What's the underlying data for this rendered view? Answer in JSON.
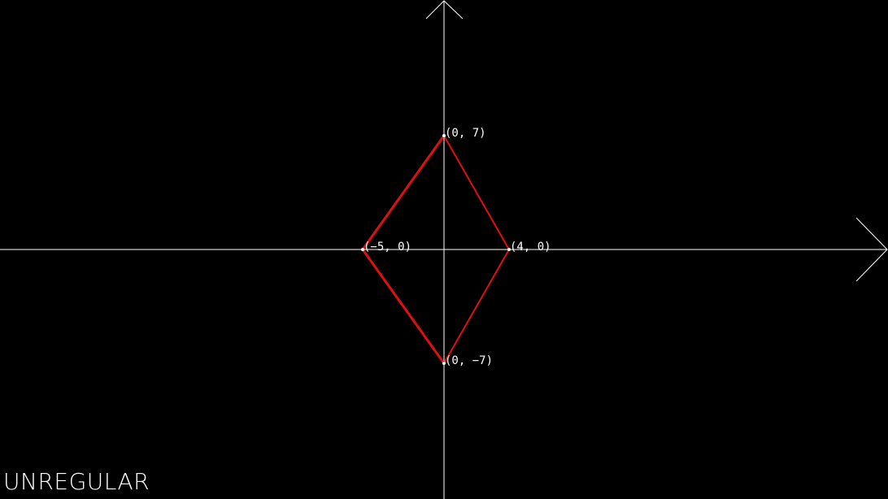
{
  "caption": "UNREGULAR",
  "colors": {
    "background": "#000000",
    "axis": "#ffffff",
    "shape": "#e01010",
    "text": "#ffffff"
  },
  "shape": {
    "type": "quadrilateral",
    "vertices": [
      {
        "x": 0,
        "y": 7,
        "label": "(0, 7)"
      },
      {
        "x": 4,
        "y": 0,
        "label": "(4, 0)"
      },
      {
        "x": 0,
        "y": -7,
        "label": "(0, −7)"
      },
      {
        "x": -5,
        "y": 0,
        "label": "(−5, 0)"
      }
    ]
  }
}
